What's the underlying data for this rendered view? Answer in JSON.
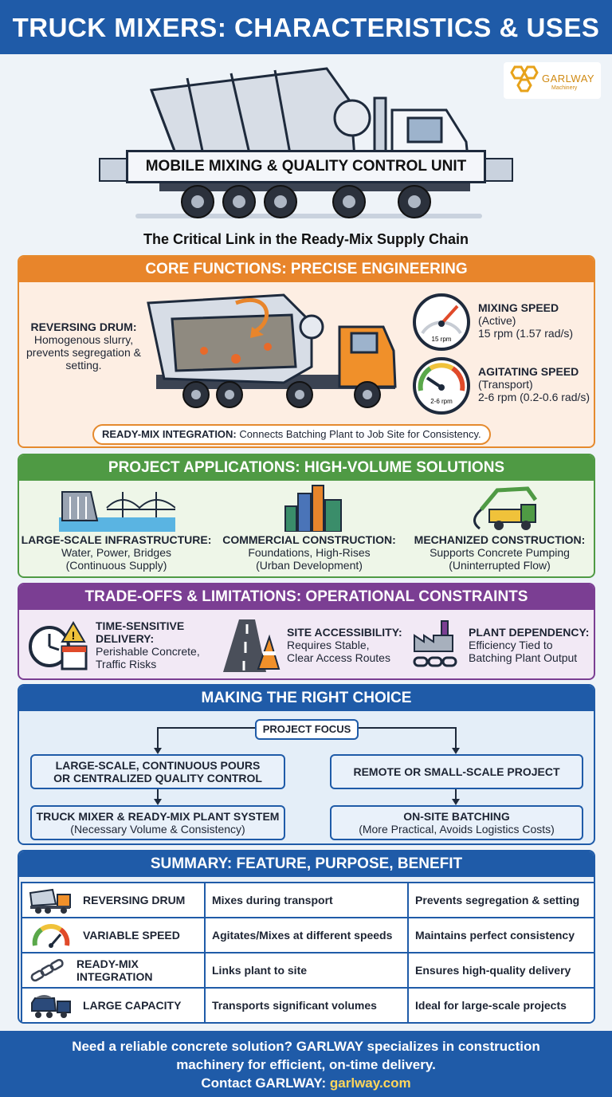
{
  "header": {
    "title": "TRUCK MIXERS: CHARACTERISTICS & USES"
  },
  "hero": {
    "banner": "MOBILE MIXING & QUALITY CONTROL UNIT",
    "subtitle": "The Critical Link in the Ready-Mix Supply Chain",
    "logo_text": "GARLWAY",
    "logo_sub": "Machinery"
  },
  "core": {
    "title": "CORE FUNCTIONS: PRECISE ENGINEERING",
    "drum_title": "REVERSING DRUM:",
    "drum_text": "Homogenous slurry, prevents segregation & setting.",
    "mixing_title": "MIXING SPEED",
    "mixing_mode": "(Active)",
    "mixing_value": "15 rpm (1.57 rad/s)",
    "mixing_gauge_label": "15 rpm",
    "agitating_title": "AGITATING SPEED",
    "agitating_mode": "(Transport)",
    "agitating_value": "2-6 rpm (0.2-0.6 rad/s)",
    "agitating_gauge_label": "2-6 rpm",
    "integration_label": "READY-MIX INTEGRATION:",
    "integration_text": "Connects Batching Plant to Job Site for Consistency."
  },
  "apps": {
    "title": "PROJECT APPLICATIONS: HIGH-VOLUME SOLUTIONS",
    "items": [
      {
        "title": "LARGE-SCALE INFRASTRUCTURE:",
        "line1": "Water, Power, Bridges",
        "line2": "(Continuous Supply)"
      },
      {
        "title": "COMMERCIAL CONSTRUCTION:",
        "line1": "Foundations, High-Rises",
        "line2": "(Urban Development)"
      },
      {
        "title": "MECHANIZED CONSTRUCTION:",
        "line1": "Supports Concrete Pumping",
        "line2": "(Uninterrupted Flow)"
      }
    ]
  },
  "trade": {
    "title": "TRADE-OFFS & LIMITATIONS: OPERATIONAL CONSTRAINTS",
    "items": [
      {
        "title1": "TIME-SENSITIVE",
        "title2": "DELIVERY:",
        "line1": "Perishable Concrete,",
        "line2": "Traffic Risks"
      },
      {
        "title1": "SITE ACCESSIBILITY:",
        "title2": "",
        "line1": "Requires Stable,",
        "line2": "Clear Access Routes"
      },
      {
        "title1": "PLANT DEPENDENCY:",
        "title2": "",
        "line1": "Efficiency Tied to",
        "line2": "Batching Plant Output"
      }
    ]
  },
  "choice": {
    "title": "MAKING THE RIGHT CHOICE",
    "focus": "PROJECT FOCUS",
    "left_q1": "LARGE-SCALE, CONTINUOUS POURS",
    "left_q2": "OR CENTRALIZED QUALITY CONTROL",
    "left_a_title": "TRUCK MIXER & READY-MIX PLANT SYSTEM",
    "left_a_sub": "(Necessary Volume & Consistency)",
    "right_q": "REMOTE OR SMALL-SCALE PROJECT",
    "right_a_title": "ON-SITE BATCHING",
    "right_a_sub": "(More Practical, Avoids Logistics Costs)"
  },
  "summary": {
    "title": "SUMMARY: FEATURE, PURPOSE, BENEFIT",
    "rows": [
      {
        "icon": "mixer-truck-icon",
        "feature": "REVERSING DRUM",
        "purpose": "Mixes during transport",
        "benefit": "Prevents segregation & setting"
      },
      {
        "icon": "speed-gauge-icon",
        "feature": "VARIABLE SPEED",
        "purpose": "Agitates/Mixes at different speeds",
        "benefit": "Maintains perfect consistency"
      },
      {
        "icon": "chain-link-icon",
        "feature": "READY-MIX INTEGRATION",
        "purpose": "Links plant to site",
        "benefit": "Ensures high-quality delivery"
      },
      {
        "icon": "dump-truck-icon",
        "feature": "LARGE CAPACITY",
        "purpose": "Transports significant volumes",
        "benefit": "Ideal for large-scale projects"
      }
    ]
  },
  "footer": {
    "line1": "Need a reliable concrete solution? GARLWAY specializes in construction",
    "line2": "machinery for efficient, on-time delivery.",
    "contact": "Contact GARLWAY:",
    "link": "garlway.com"
  },
  "colors": {
    "blue": "#1f5ba8",
    "orange": "#e8852b",
    "green": "#4f9a44",
    "purple": "#7b3e93"
  }
}
